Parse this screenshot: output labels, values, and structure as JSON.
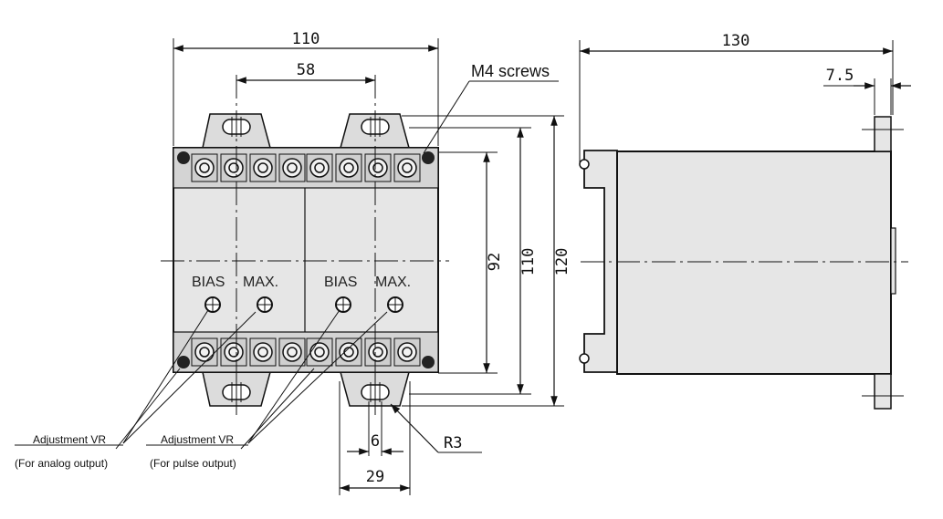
{
  "front_view": {
    "dimensions": {
      "overall_width": "110",
      "mount_pitch": "58",
      "inner_height": "92",
      "body_height": "110",
      "overall_height": "120",
      "slot_width": "6",
      "ear_width": "29",
      "radius": "R3"
    },
    "screw_callout": "M4 screws",
    "adjusters": [
      "BIAS",
      "MAX.",
      "BIAS",
      "MAX."
    ],
    "notes": [
      {
        "line1": "Adjustment VR",
        "line2": "(For analog output)"
      },
      {
        "line1": "Adjustment VR",
        "line2": "(For pulse output)"
      }
    ]
  },
  "side_view": {
    "dimensions": {
      "depth": "130",
      "flange": "7.5"
    }
  },
  "colors": {
    "line": "#111111",
    "body_fill": "#e6e6e6",
    "strip_fill": "#d4d4d4"
  }
}
